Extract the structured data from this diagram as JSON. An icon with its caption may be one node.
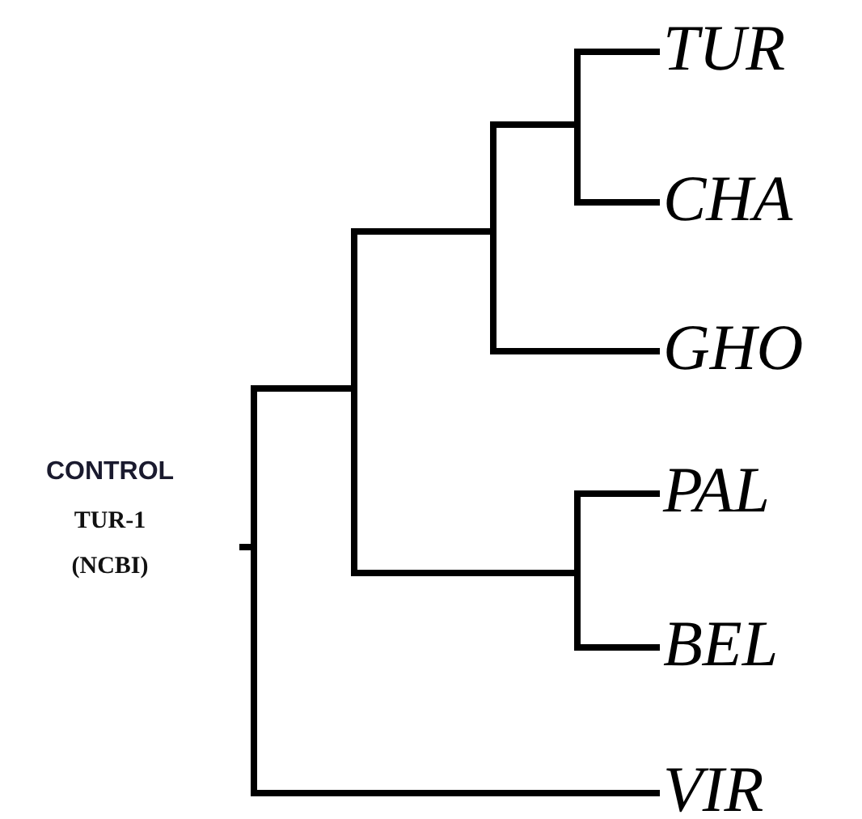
{
  "diagram": {
    "nodes": [
      {
        "text": [
          "TUR"
        ]
      },
      {
        "text": [
          "CHA"
        ]
      },
      {
        "text": [
          "GHO"
        ]
      },
      {
        "text": [
          "PAL"
        ]
      },
      {
        "text": [
          "BEL"
        ]
      },
      {
        "text": [
          "VIR"
        ]
      }
    ],
    "edges": [
      {
        "from": null,
        "to": 0,
        "arrow": "none"
      },
      {
        "from": null,
        "to": 1,
        "arrow": "none"
      },
      {
        "from": null,
        "to": 2,
        "arrow": "none"
      },
      {
        "from": null,
        "to": 3,
        "arrow": "none"
      },
      {
        "from": null,
        "to": 4,
        "arrow": "none"
      },
      {
        "from": null,
        "to": 5,
        "arrow": "none"
      }
    ],
    "labels": [
      "CONTROL",
      "TUR-1",
      "(NCBI)"
    ]
  }
}
